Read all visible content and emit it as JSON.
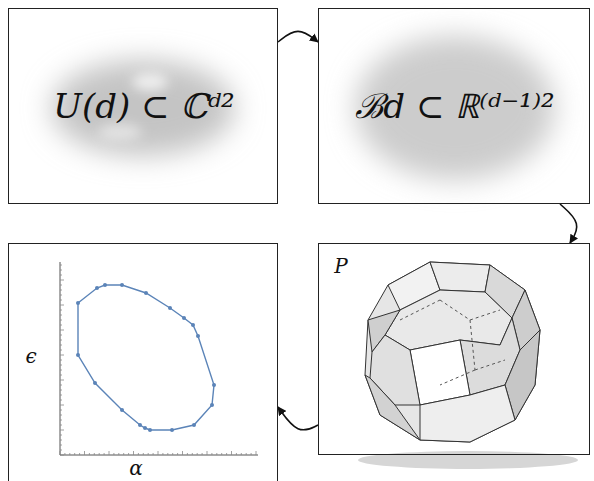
{
  "diagram": {
    "nodes": [
      {
        "text": [
          "U(d) ⊂ ℂᵈ²"
        ]
      },
      {
        "text": [
          "ℬd ⊂ ℝ⁽ᵈ⁻¹⁾²"
        ]
      },
      {
        "text": [
          "ϵ",
          "α"
        ]
      },
      {
        "text": [
          "P"
        ]
      }
    ],
    "edges": [
      {
        "from": 0,
        "to": 1,
        "arrow": "to"
      },
      {
        "from": 1,
        "to": 3,
        "arrow": "to"
      },
      {
        "from": 3,
        "to": 2,
        "arrow": "to"
      }
    ]
  }
}
